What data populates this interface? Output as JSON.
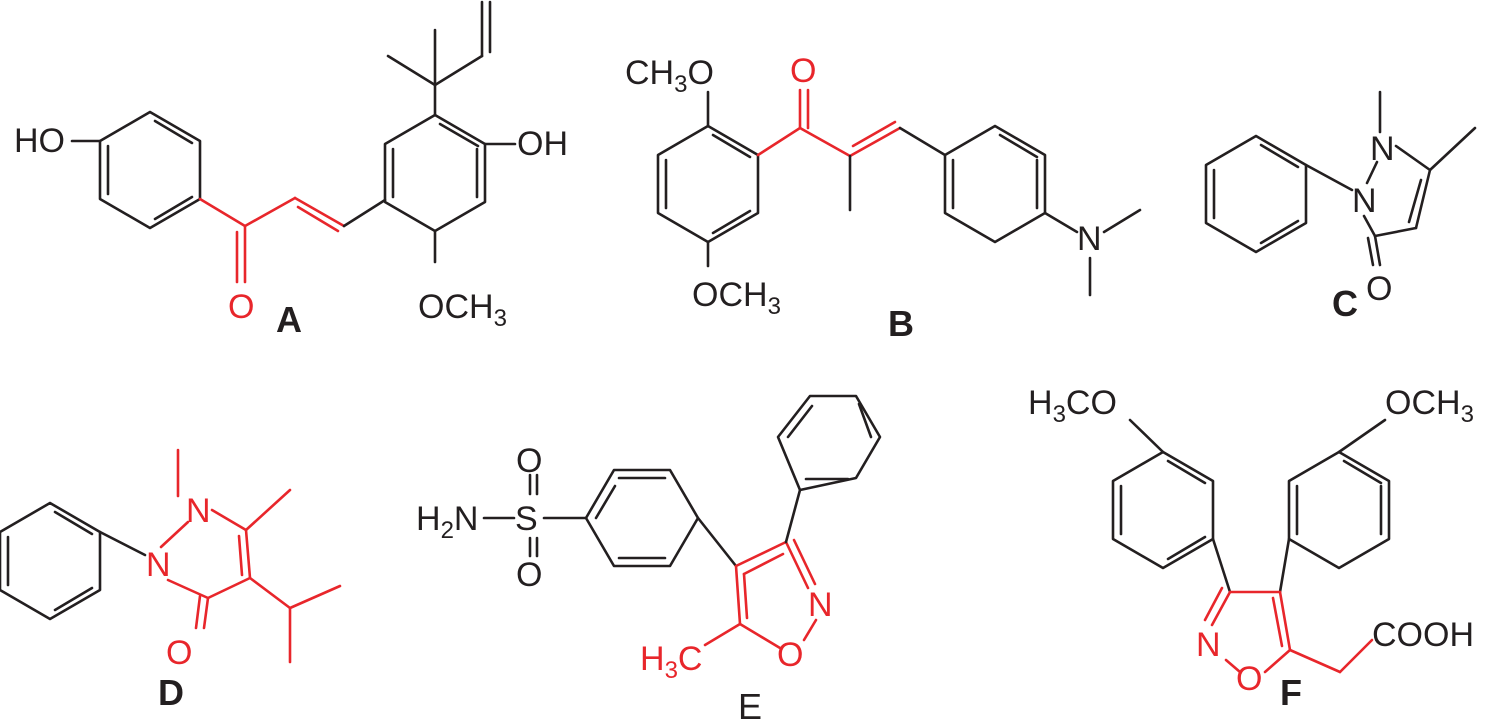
{
  "colors": {
    "bond": "#231f20",
    "highlight": "#e8262b",
    "background": "#ffffff"
  },
  "compounds": [
    {
      "id": "A",
      "label": "A",
      "groups": {
        "hydroxy_left": "HO",
        "hydroxy_right": "OH",
        "carbonyl_oxygen": "O",
        "methoxy": "OCH",
        "methoxy_sub": "3"
      }
    },
    {
      "id": "B",
      "label": "B",
      "groups": {
        "methoxy_top": "CH",
        "methoxy_top_sub": "3",
        "methoxy_top_o": "O",
        "carbonyl_oxygen": "O",
        "methoxy_bottom": "OCH",
        "methoxy_bottom_sub": "3",
        "amine_n": "N"
      }
    },
    {
      "id": "C",
      "label": "C",
      "groups": {
        "n1": "N",
        "n2": "N",
        "carbonyl_oxygen": "O"
      }
    },
    {
      "id": "D",
      "label": "D",
      "groups": {
        "n1": "N",
        "n2": "N",
        "carbonyl_oxygen": "O"
      }
    },
    {
      "id": "E",
      "label": "E",
      "groups": {
        "amine": "H",
        "amine_sub": "2",
        "amine_n": "N",
        "sulfur": "S",
        "sulfonyl_o_top": "O",
        "sulfonyl_o_bottom": "O",
        "ring_n": "N",
        "ring_o": "O",
        "methyl": "H",
        "methyl_sub": "3",
        "methyl_c": "C"
      }
    },
    {
      "id": "F",
      "label": "F",
      "groups": {
        "methoxy_left": "H",
        "methoxy_left_sub": "3",
        "methoxy_left_rest": "CO",
        "methoxy_right": "OCH",
        "methoxy_right_sub": "3",
        "ring_n": "N",
        "ring_o": "O",
        "acid": "COOH"
      }
    }
  ]
}
